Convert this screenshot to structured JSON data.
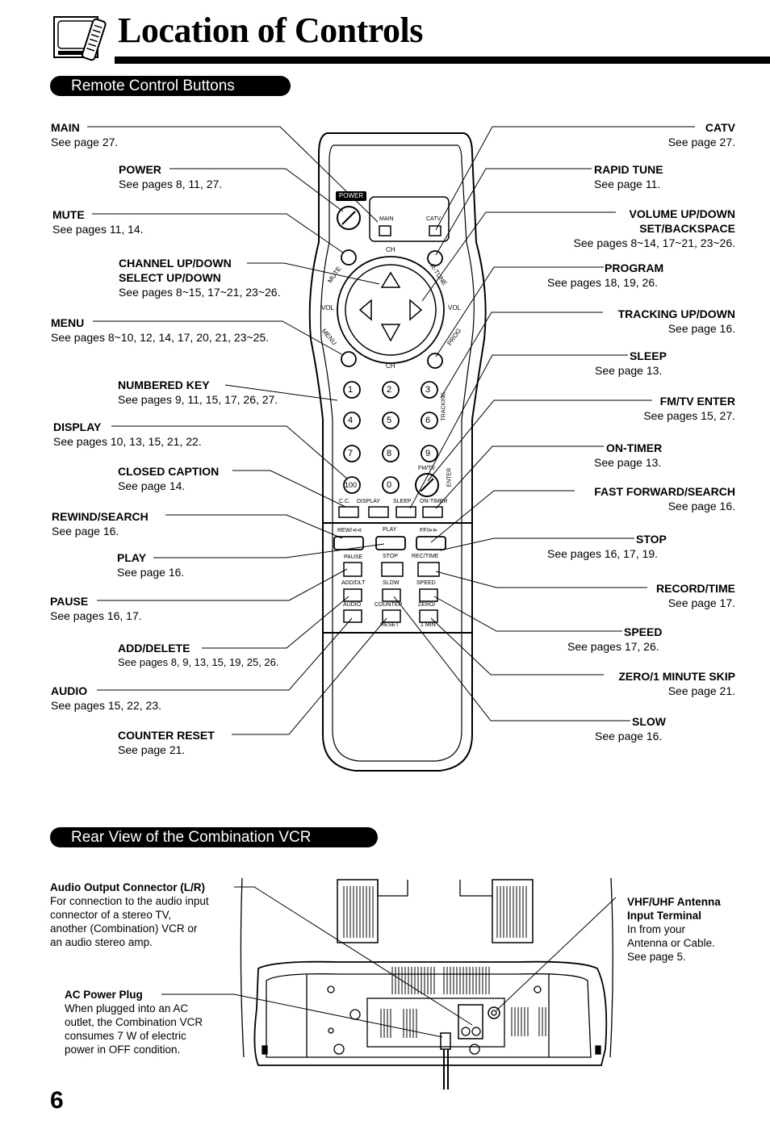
{
  "page": {
    "title": "Location of Controls",
    "page_number": "6"
  },
  "sections": {
    "remote": "Remote Control Buttons",
    "rear": "Rear View of the Combination VCR"
  },
  "left_labels": [
    {
      "name": "MAIN",
      "ref": "See page 27."
    },
    {
      "name": "POWER",
      "ref": "See pages 8, 11, 27."
    },
    {
      "name": "MUTE",
      "ref": "See pages 11, 14."
    },
    {
      "name": "CHANNEL UP/DOWN",
      "name2": "SELECT UP/DOWN",
      "ref": "See pages 8~15, 17~21, 23~26."
    },
    {
      "name": "MENU",
      "ref": "See pages  8~10, 12, 14, 17, 20, 21, 23~25."
    },
    {
      "name": "NUMBERED KEY",
      "ref": "See pages 9, 11, 15, 17, 26, 27."
    },
    {
      "name": "DISPLAY",
      "ref": "See pages 10, 13, 15, 21, 22."
    },
    {
      "name": "CLOSED CAPTION",
      "ref": "See page 14."
    },
    {
      "name": "REWIND/SEARCH",
      "ref": "See page 16."
    },
    {
      "name": "PLAY",
      "ref": "See page 16."
    },
    {
      "name": "PAUSE",
      "ref": "See pages 16, 17."
    },
    {
      "name": "ADD/DELETE",
      "ref": "See pages 8, 9, 13, 15, 19, 25, 26."
    },
    {
      "name": "AUDIO",
      "ref": "See pages 15, 22, 23."
    },
    {
      "name": "COUNTER RESET",
      "ref": "See page 21."
    }
  ],
  "right_labels": [
    {
      "name": "CATV",
      "ref": "See page 27."
    },
    {
      "name": "RAPID TUNE",
      "ref": "See page 11."
    },
    {
      "name": "VOLUME UP/DOWN",
      "name2": "SET/BACKSPACE",
      "ref": "See pages 8~14, 17~21, 23~26."
    },
    {
      "name": "PROGRAM",
      "ref": "See pages 18, 19, 26."
    },
    {
      "name": "TRACKING UP/DOWN",
      "ref": "See page 16."
    },
    {
      "name": "SLEEP",
      "ref": "See page 13."
    },
    {
      "name": "FM/TV ENTER",
      "ref": "See pages 15, 27."
    },
    {
      "name": "ON-TIMER",
      "ref": "See page 13."
    },
    {
      "name": "FAST FORWARD/SEARCH",
      "ref": "See page 16."
    },
    {
      "name": "STOP",
      "ref": "See pages 16, 17, 19."
    },
    {
      "name": "RECORD/TIME",
      "ref": "See page 17."
    },
    {
      "name": "SPEED",
      "ref": "See pages 17, 26."
    },
    {
      "name": "ZERO/1 MINUTE SKIP",
      "ref": "See page 21."
    },
    {
      "name": "SLOW",
      "ref": "See page 16."
    }
  ],
  "remote_text": {
    "power": "POWER",
    "main": "MAIN",
    "catv": "CATV",
    "ch": "CH",
    "vol": "VOL",
    "mute": "MUTE",
    "rtune": "R-TUNE",
    "menu": "MENU",
    "prog": "PROG",
    "tracking": "TRACKING",
    "fmtv": "FM/TV",
    "enter": "ENTER",
    "cc": "C.C.",
    "display": "DISPLAY",
    "sleep": "SLEEP",
    "ontimer": "ON-TIMER",
    "rew": "REW/⊲⊲",
    "play": "PLAY",
    "ff": "FF/⊳⊳",
    "pause": "PAUSE",
    "stop": "STOP",
    "rectime": "REC/TIME",
    "adddlt": "ADD/DLT",
    "slow": "SLOW",
    "speed": "SPEED",
    "audio": "AUDIO",
    "counter": "COUNTER",
    "reset": "RESET",
    "zero": "ZERO/",
    "onemin": "1 MIN",
    "keys": [
      "1",
      "2",
      "3",
      "4",
      "5",
      "6",
      "7",
      "8",
      "9",
      "100",
      "0"
    ]
  },
  "rear_labels": {
    "audio_out": {
      "name": "Audio Output Connector (L/R)",
      "lines": [
        "For connection to the audio input",
        "connector of a stereo TV,",
        "another (Combination) VCR or",
        "an audio stereo amp."
      ]
    },
    "ac_plug": {
      "name": "AC Power Plug",
      "lines": [
        "When plugged into an AC",
        "outlet, the Combination VCR",
        "consumes 7 W of electric",
        "power in OFF condition."
      ]
    },
    "antenna": {
      "name": "VHF/UHF Antenna",
      "name2": "Input Terminal",
      "lines": [
        "In from your",
        "Antenna or Cable.",
        "See page 5."
      ]
    }
  }
}
